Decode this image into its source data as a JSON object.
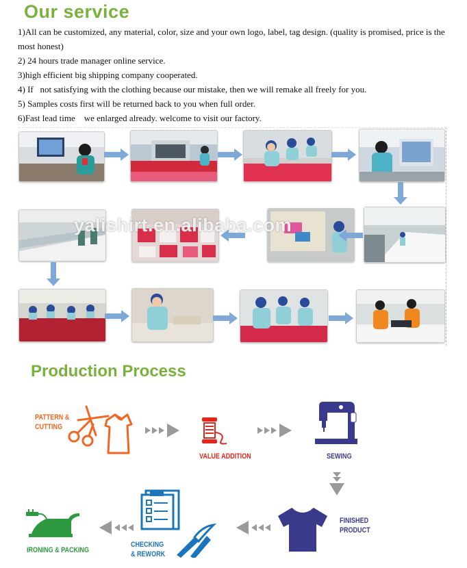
{
  "service": {
    "heading": "Our service",
    "items": [
      "1)All can be customized, any material, color, size and your own logo, label, tag design. (quality is promised, price is the most honest)",
      "2) 24 hours trade manager online service.",
      "3)high efficient big shipping company cooperated.",
      "4) If   not satisfying with the clothing because our mistake, then we will remake all freely for you.",
      "5) Samples costs first will be returned back to you when full order.",
      "6)Fast lead time    we enlarged already. welcome to visit our factory."
    ],
    "watermark": "yalishirt.en.alibaba.com"
  },
  "process": {
    "heading": "Production Process",
    "steps": {
      "pattern_cutting": {
        "line1": "PATTERN &",
        "line2": "CUTTING",
        "color": "#f26522",
        "icon": "scissors-icon"
      },
      "value_addition": {
        "line1": "VALUE ADDITION",
        "color": "#e2261b",
        "icon": "thread-spool-icon"
      },
      "sewing": {
        "line1": "SEWING",
        "color": "#3a3a8c",
        "icon": "sewing-machine-icon"
      },
      "finished_product": {
        "line1": "FINISHED",
        "line2": "PRODUCT",
        "color": "#3a3a8c",
        "icon": "tshirt-icon"
      },
      "checking_rework": {
        "line1": "CHECKING",
        "line2": "& REWORK",
        "color": "#1b75bc",
        "icon": "checklist-icon"
      },
      "ironing_packing": {
        "line1": "IRONING & PACKING",
        "color": "#2e9a3f",
        "icon": "iron-icon"
      }
    }
  },
  "colors": {
    "accent_green": "#7ab03e",
    "arrow_blue": "#7ea8d8",
    "chevron_grey": "#9a9a9a"
  }
}
